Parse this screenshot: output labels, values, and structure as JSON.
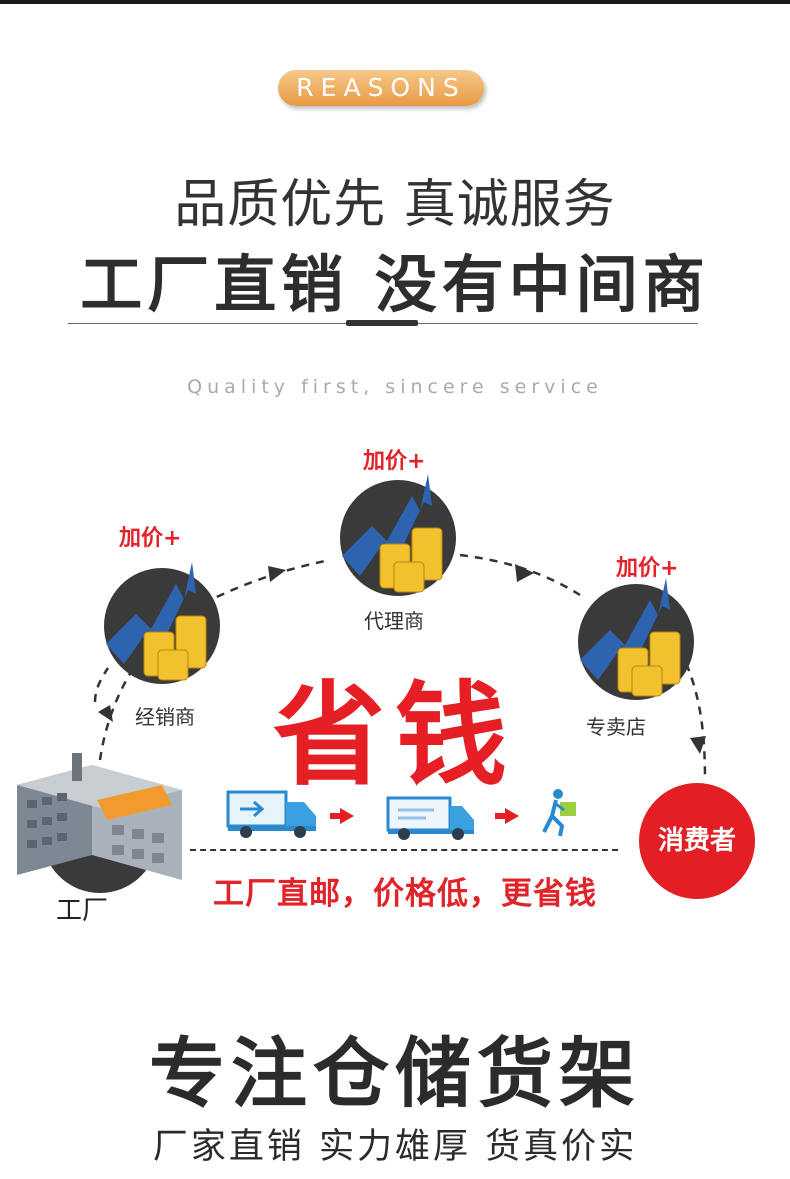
{
  "badge": "REASONS",
  "slogan_line1": "品质优先 真诚服务",
  "slogan_line2": "工厂直销 没有中间商",
  "subtitle_en": "Quality first, sincere service",
  "markup_label": "加价+",
  "nodes": {
    "distributor": "经销商",
    "agent": "代理商",
    "store": "专卖店",
    "consumer": "消费者",
    "factory": "工厂"
  },
  "save_money": "省钱",
  "direct_shipping": "工厂直邮，价格低，更省钱",
  "heading": "专注仓储货架",
  "tagline": "厂家直销 实力雄厚 货真价实",
  "colors": {
    "accent_red": "#e31e24",
    "badge_orange": "#e79a45",
    "coin_gold": "#f2c12e",
    "truck_blue": "#3aa0e0"
  },
  "icons": [
    "trend-arrow-icon",
    "gold-coins-icon",
    "factory-icon",
    "truck-icon",
    "van-icon",
    "courier-icon",
    "arrow-right-icon"
  ]
}
